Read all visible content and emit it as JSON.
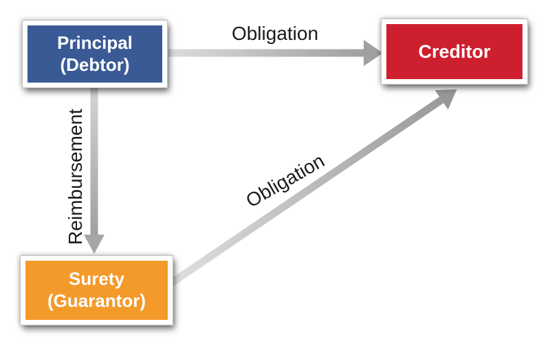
{
  "canvas": {
    "background": "#ffffff"
  },
  "nodes": {
    "principal": {
      "line1": "Principal",
      "line2": "(Debtor)",
      "color": "#3a5a96",
      "text_color": "#ffffff"
    },
    "creditor": {
      "line1": "Creditor",
      "color": "#ce1f2e",
      "text_color": "#ffffff"
    },
    "surety": {
      "line1": "Surety",
      "line2": "(Guarantor)",
      "color": "#f39a2b",
      "text_color": "#ffffff"
    }
  },
  "edges": {
    "principal_to_creditor": {
      "label": "Obligation",
      "direction": "right"
    },
    "principal_to_surety": {
      "label": "Reimbursement",
      "direction": "down"
    },
    "surety_to_creditor": {
      "label": "Obligation",
      "direction": "up-right"
    }
  },
  "arrow_colors": {
    "light": "#dcdcdc",
    "mid": "#bfbfbf",
    "dark": "#9a9a9a",
    "head": "#a0a0a0"
  },
  "frame_color": "#ffffff",
  "label_text_color": "#1a1a1a"
}
